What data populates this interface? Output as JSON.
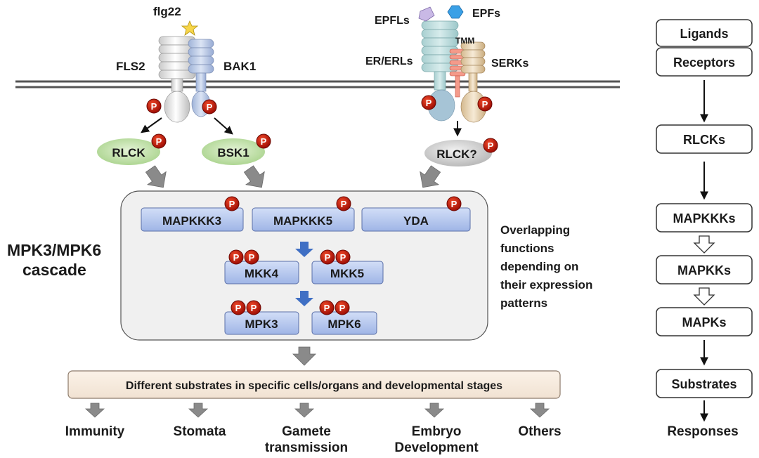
{
  "ligands": {
    "flg22": "flg22",
    "epfls": "EPFLs",
    "epfs": "EPFs"
  },
  "receptors": {
    "fls2": "FLS2",
    "bak1": "BAK1",
    "tmm": "TMM",
    "er": "ER/ERLs",
    "serks": "SERKs"
  },
  "rlcks": {
    "rlck": "RLCK",
    "bsk1": "BSK1",
    "rlck_q": "RLCK?"
  },
  "phospho_label": "P",
  "cascade": {
    "label_line1": "MPK3/MPK6",
    "label_line2": "cascade",
    "mapkkk3": "MAPKKK3",
    "mapkkk5": "MAPKKK5",
    "yda": "YDA",
    "mkk4": "MKK4",
    "mkk5": "MKK5",
    "mpk3": "MPK3",
    "mpk6": "MPK6"
  },
  "overlap_note": [
    "Overlapping",
    "functions",
    "depending on",
    "their expression",
    "patterns"
  ],
  "substrates_banner": "Different substrates in specific cells/organs and developmental stages",
  "outcomes": {
    "immunity": "Immunity",
    "stomata": "Stomata",
    "gamete_1": "Gamete",
    "gamete_2": "transmission",
    "embryo_1": "Embryo",
    "embryo_2": "Development",
    "others": "Others"
  },
  "flow": {
    "ligands": "Ligands",
    "receptors": "Receptors",
    "rlcks": "RLCKs",
    "mapkkks": "MAPKKKs",
    "mapkks": "MAPKKs",
    "mapks": "MAPKs",
    "substrates": "Substrates",
    "responses": "Responses"
  },
  "colors": {
    "kinase_fill": "#b6c8ef",
    "kinase_stroke": "#5a6fa8",
    "rlck_fill": "#c8e6b4",
    "phospho": "#c0180c",
    "blue_arrow": "#3f6fc4",
    "gray_arrow": "#8a8a8a",
    "cascade_bg": "#f0f0f0"
  }
}
